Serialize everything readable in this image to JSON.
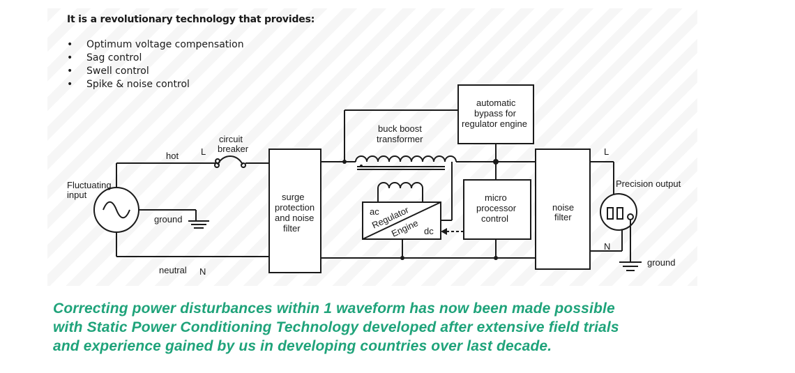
{
  "heading": "It is a revolutionary technology that provides:",
  "features": [
    "Optimum voltage compensation",
    "Sag control",
    "Swell control",
    "Spike & noise control"
  ],
  "diagram": {
    "input_label": [
      "Fluctuating",
      "input"
    ],
    "hot_label": "hot",
    "l_label_left": "L",
    "breaker_label": [
      "circuit",
      "breaker"
    ],
    "ground_label_left": "ground",
    "neutral_label": "neutral",
    "n_label_left": "N",
    "surge_block": [
      "surge",
      "protection",
      "and noise",
      "filter"
    ],
    "transformer_label": [
      "buck boost",
      "transformer"
    ],
    "bypass_block": [
      "automatic",
      "bypass for",
      "regulator engine"
    ],
    "regulator_ac": "ac",
    "regulator_dc": "dc",
    "regulator_top": "Regulator",
    "regulator_bottom": "Engine",
    "micro_block": [
      "micro",
      "processor",
      "control"
    ],
    "noise_block": [
      "noise",
      "filter"
    ],
    "l_label_right": "L",
    "n_label_right": "N",
    "output_label": "Precision output",
    "ground_label_right": "ground"
  },
  "caption": [
    "Correcting power disturbances within 1 waveform has now been made possible",
    "with Static Power Conditioning Technology developed after extensive field trials",
    "and experience gained by us in developing countries over last decade."
  ],
  "colors": {
    "caption": "#1fa37a",
    "lines": "#1a1a1a"
  }
}
